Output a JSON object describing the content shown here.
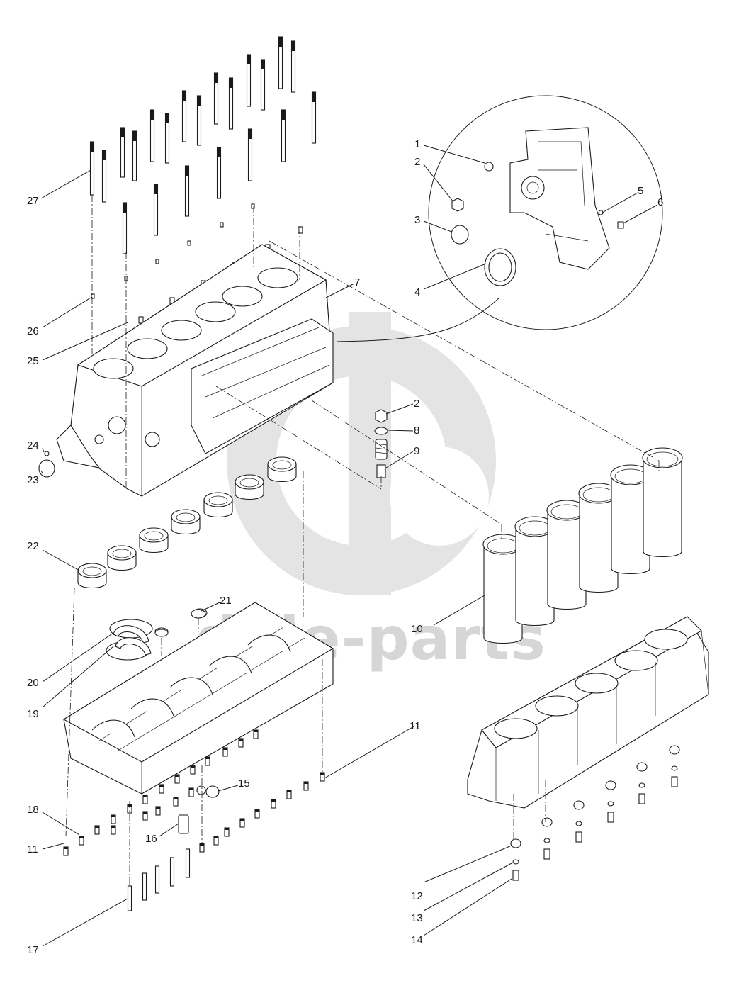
{
  "watermark": {
    "text": "dale-parts",
    "color": "#d6d6d6"
  },
  "callouts": [
    {
      "id": "c1",
      "label": "1"
    },
    {
      "id": "c2a",
      "label": "2"
    },
    {
      "id": "c3",
      "label": "3"
    },
    {
      "id": "c4",
      "label": "4"
    },
    {
      "id": "c5",
      "label": "5"
    },
    {
      "id": "c6",
      "label": "6"
    },
    {
      "id": "c7",
      "label": "7"
    },
    {
      "id": "c2b",
      "label": "2"
    },
    {
      "id": "c8",
      "label": "8"
    },
    {
      "id": "c9",
      "label": "9"
    },
    {
      "id": "c10",
      "label": "10"
    },
    {
      "id": "c11a",
      "label": "11"
    },
    {
      "id": "c11b",
      "label": "11"
    },
    {
      "id": "c12",
      "label": "12"
    },
    {
      "id": "c13",
      "label": "13"
    },
    {
      "id": "c14",
      "label": "14"
    },
    {
      "id": "c15",
      "label": "15"
    },
    {
      "id": "c16",
      "label": "16"
    },
    {
      "id": "c17",
      "label": "17"
    },
    {
      "id": "c18",
      "label": "18"
    },
    {
      "id": "c19",
      "label": "19"
    },
    {
      "id": "c20",
      "label": "20"
    },
    {
      "id": "c21",
      "label": "21"
    },
    {
      "id": "c22",
      "label": "22"
    },
    {
      "id": "c23",
      "label": "23"
    },
    {
      "id": "c24",
      "label": "24"
    },
    {
      "id": "c25",
      "label": "25"
    },
    {
      "id": "c26",
      "label": "26"
    },
    {
      "id": "c27",
      "label": "27"
    }
  ]
}
